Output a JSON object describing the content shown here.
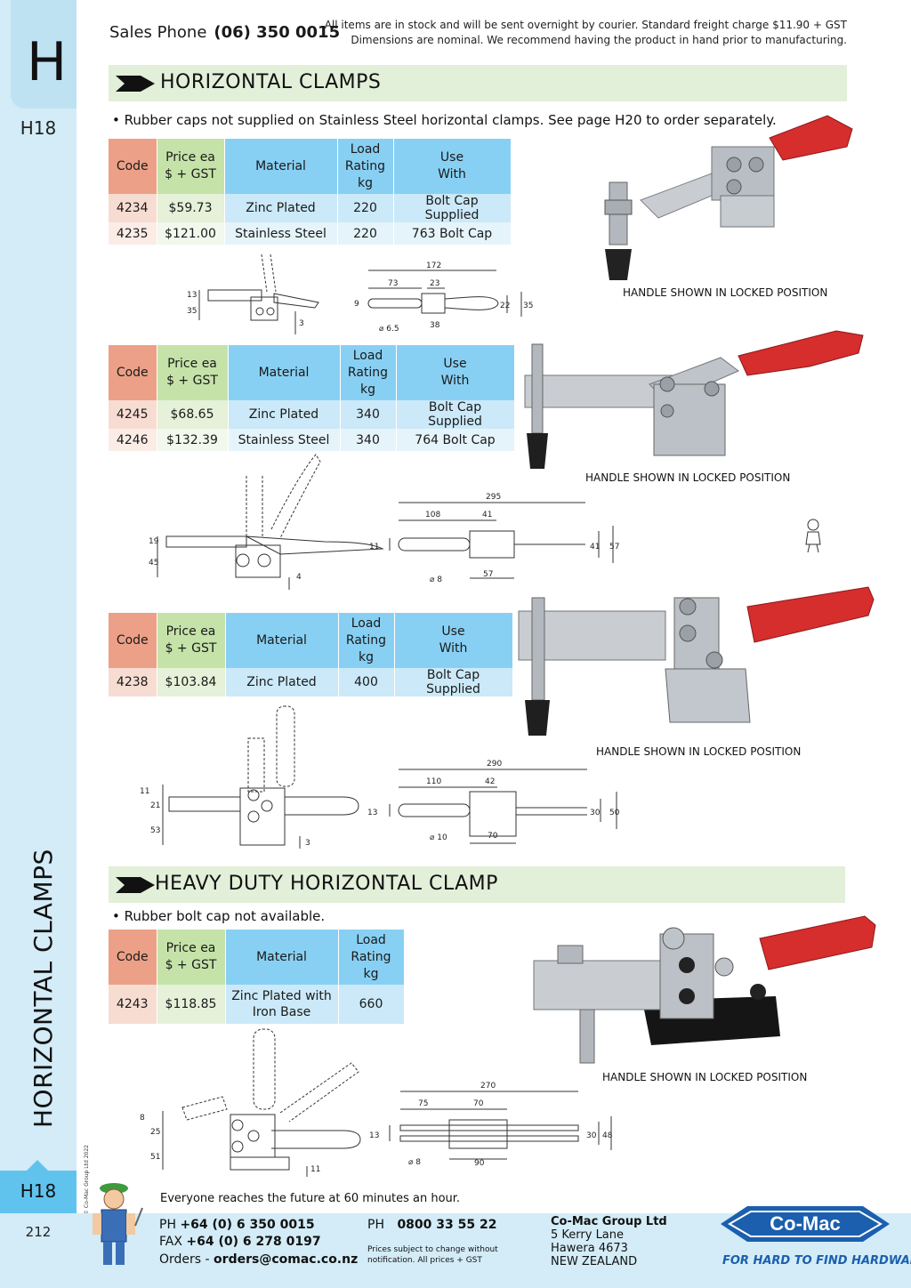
{
  "rail": {
    "section_letter": "H",
    "page_code_top": "H18",
    "vertical_title": "HORIZONTAL CLAMPS",
    "page_code_bottom": "H18",
    "page_number": "212",
    "copyright": "© Co-Mac Group Ltd 2022"
  },
  "header": {
    "sales_label": "Sales Phone",
    "sales_phone": "(06) 350 0015",
    "notice_line1": "All items are in stock and will be sent overnight by courier. Standard freight charge $11.90 + GST",
    "notice_line2": "Dimensions are nominal. We recommend having the product in hand prior to manufacturing."
  },
  "section1": {
    "title": "HORIZONTAL CLAMPS",
    "note": "• Rubber caps not supplied on Stainless Steel horizontal clamps. See page H20 to order separately."
  },
  "section2": {
    "title": "HEAVY DUTY HORIZONTAL CLAMP",
    "note": "• Rubber bolt cap not available."
  },
  "table_headers": {
    "code": "Code",
    "price_l1": "Price ea",
    "price_l2": "$ + GST",
    "material": "Material",
    "load_l1": "Load",
    "load_l2": "Rating",
    "load_l3": "kg",
    "use_l1": "Use",
    "use_l2": "With"
  },
  "tables": [
    {
      "rows": [
        {
          "code": "4234",
          "price": "$59.73",
          "material": "Zinc Plated",
          "load": "220",
          "use": "Bolt Cap Supplied"
        },
        {
          "code": "4235",
          "price": "$121.00",
          "material": "Stainless Steel",
          "load": "220",
          "use": "763 Bolt Cap"
        }
      ]
    },
    {
      "rows": [
        {
          "code": "4245",
          "price": "$68.65",
          "material": "Zinc Plated",
          "load": "340",
          "use": "Bolt Cap Supplied"
        },
        {
          "code": "4246",
          "price": "$132.39",
          "material": "Stainless Steel",
          "load": "340",
          "use": "764 Bolt Cap"
        }
      ]
    },
    {
      "rows": [
        {
          "code": "4238",
          "price": "$103.84",
          "material": "Zinc Plated",
          "load": "400",
          "use": "Bolt Cap Supplied"
        }
      ]
    },
    {
      "rows": [
        {
          "code": "4243",
          "price": "$118.85",
          "material_l1": "Zinc Plated with",
          "material_l2": "Iron Base",
          "load": "660"
        }
      ]
    }
  ],
  "captions": {
    "locked": "HANDLE SHOWN IN LOCKED POSITION"
  },
  "drawings": {
    "d1": {
      "side": [
        "13",
        "35",
        "3"
      ],
      "top": [
        "172",
        "73",
        "23",
        "9",
        "22",
        "35",
        "38",
        "⌀ 6.5"
      ]
    },
    "d2": {
      "side": [
        "19",
        "45",
        "4"
      ],
      "top": [
        "295",
        "108",
        "41",
        "11",
        "41",
        "57",
        "57",
        "⌀ 8"
      ]
    },
    "d3": {
      "side": [
        "11",
        "21",
        "53",
        "3"
      ],
      "top": [
        "290",
        "110",
        "42",
        "13",
        "30",
        "50",
        "70",
        "⌀ 10"
      ]
    },
    "d4": {
      "side": [
        "8",
        "25",
        "51",
        "11"
      ],
      "top": [
        "270",
        "75",
        "70",
        "13",
        "30",
        "48",
        "90",
        "⌀ 8"
      ]
    }
  },
  "footer": {
    "tagline": "Everyone reaches the future at 60 minutes an hour.",
    "ph_label": "PH",
    "ph_value": "+64 (0) 6 350 0015",
    "fax_label": "FAX",
    "fax_value": "+64 (0) 6 278 0197",
    "orders_label": "Orders -",
    "orders_value": "orders@comac.co.nz",
    "ph2_label": "PH",
    "ph2_value": "0800 33 55 22",
    "small_l1": "Prices subject to change without",
    "small_l2": "notification. All prices + GST",
    "company": "Co-Mac Group Ltd",
    "addr1": "5 Kerry Lane",
    "addr2": "Hawera 4673",
    "addr3": "NEW ZEALAND",
    "logo_text": "Co-Mac",
    "brand_tagline": "FOR HARD TO FIND HARDWARE"
  },
  "colors": {
    "rail": "#d3ecf7",
    "code_header": "#eca087",
    "price_header": "#c5e3a9",
    "blue_header": "#88d0f3",
    "section_bar": "#e2efd9",
    "clamp_handle": "#d62d2d",
    "logo": "#1b5fae"
  }
}
